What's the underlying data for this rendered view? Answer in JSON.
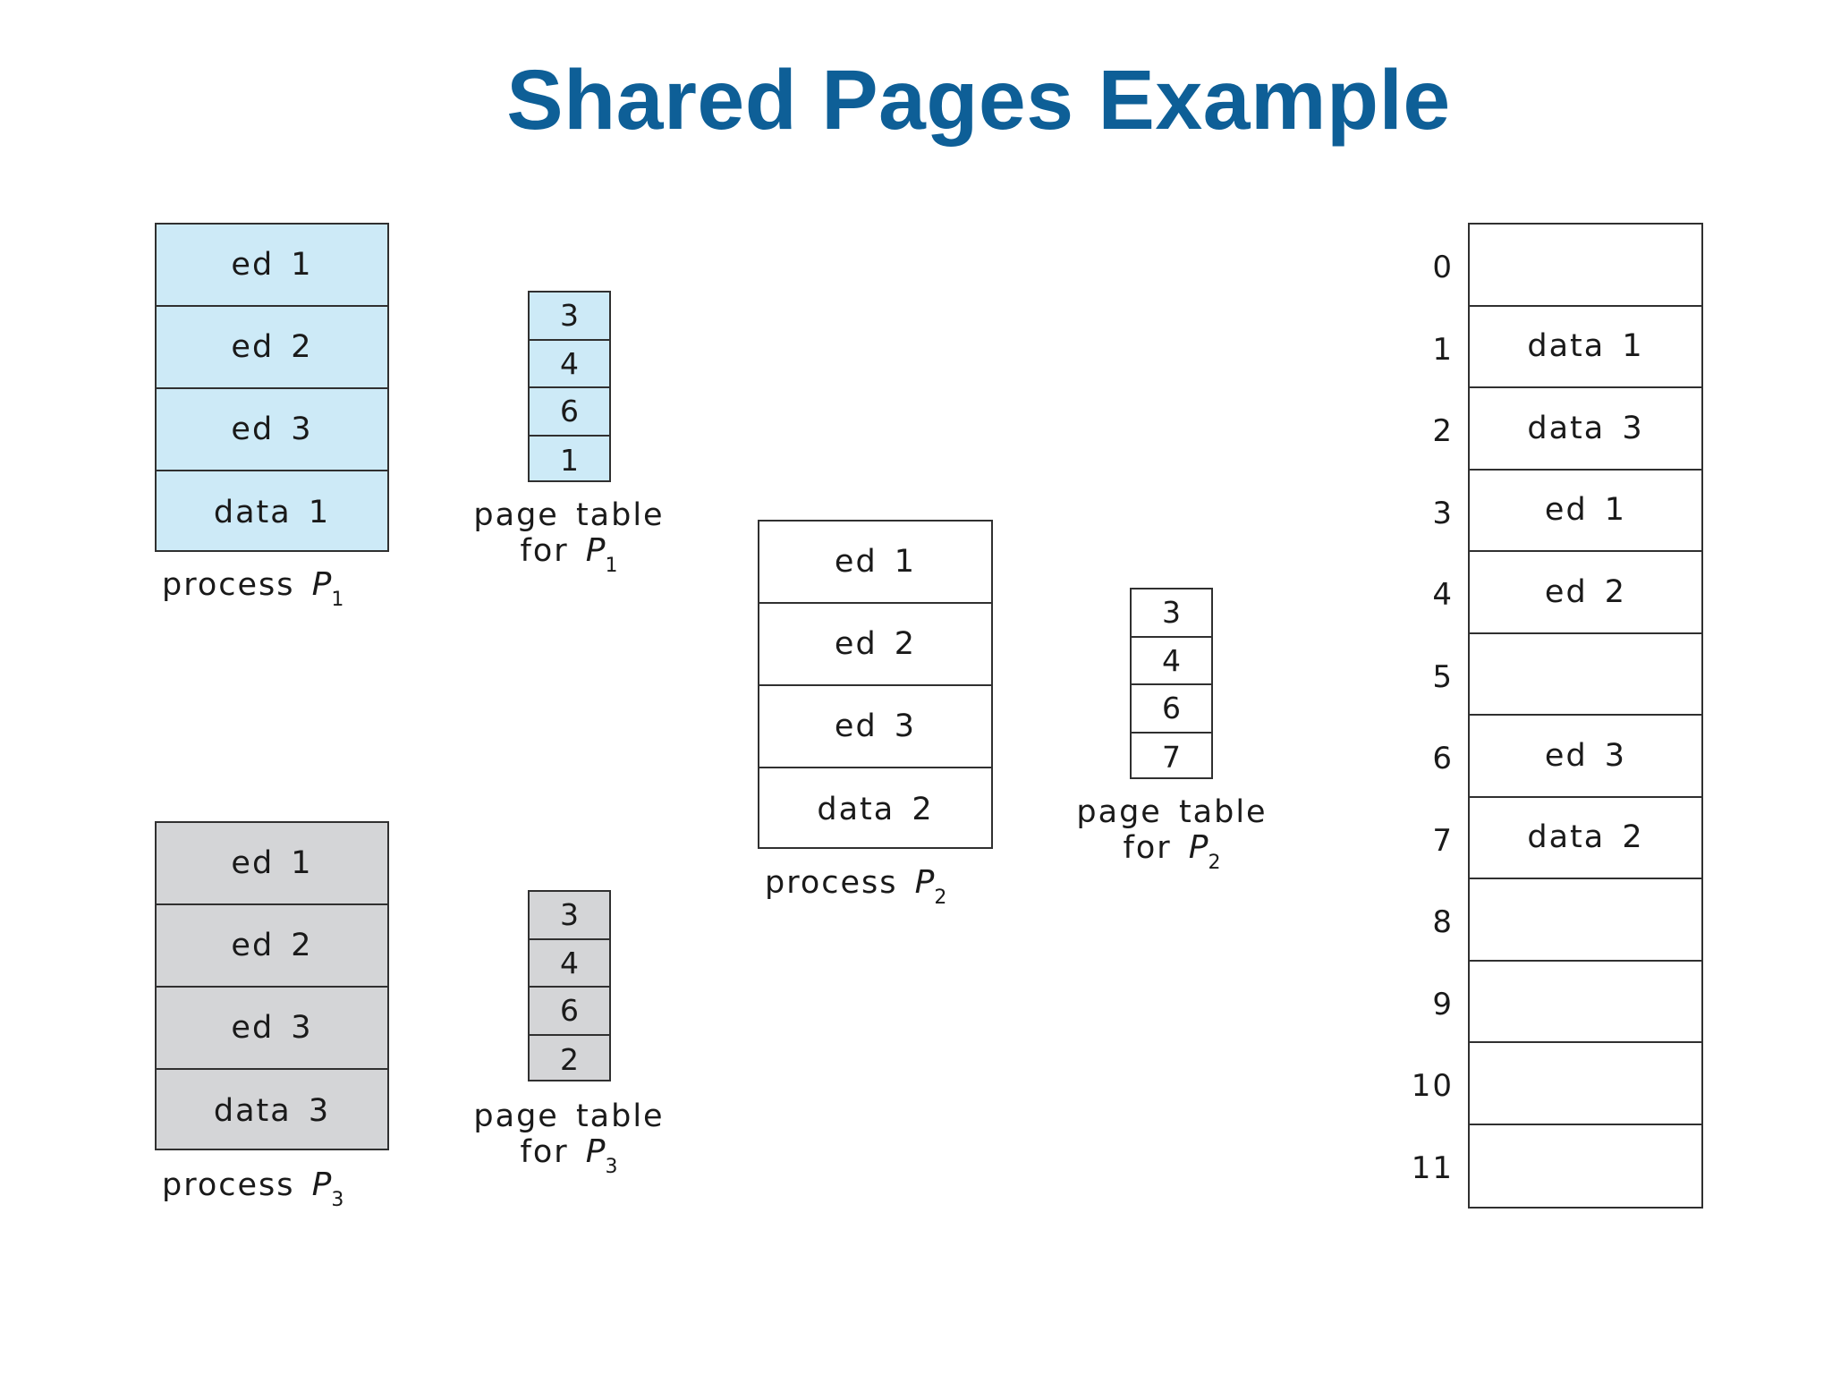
{
  "title": "Shared Pages Example",
  "processes": {
    "p1": {
      "pages": [
        "ed 1",
        "ed 2",
        "ed 3",
        "data 1"
      ],
      "label": "process",
      "name": "P",
      "sub": "1",
      "color": "#cdeaf7"
    },
    "p2": {
      "pages": [
        "ed 1",
        "ed 2",
        "ed 3",
        "data 2"
      ],
      "label": "process",
      "name": "P",
      "sub": "2",
      "color": "#ffffff"
    },
    "p3": {
      "pages": [
        "ed 1",
        "ed 2",
        "ed 3",
        "data 3"
      ],
      "label": "process",
      "name": "P",
      "sub": "3",
      "color": "#d4d5d7"
    }
  },
  "page_tables": {
    "p1": {
      "frames": [
        "3",
        "4",
        "6",
        "1"
      ],
      "line1": "page table",
      "for": "for",
      "name": "P",
      "sub": "1"
    },
    "p2": {
      "frames": [
        "3",
        "4",
        "6",
        "7"
      ],
      "line1": "page table",
      "for": "for",
      "name": "P",
      "sub": "2"
    },
    "p3": {
      "frames": [
        "3",
        "4",
        "6",
        "2"
      ],
      "line1": "page table",
      "for": "for",
      "name": "P",
      "sub": "3"
    }
  },
  "physical_memory": {
    "frame_numbers": [
      "0",
      "1",
      "2",
      "3",
      "4",
      "5",
      "6",
      "7",
      "8",
      "9",
      "10",
      "11"
    ],
    "contents": [
      "",
      "data 1",
      "data 3",
      "ed 1",
      "ed 2",
      "",
      "ed 3",
      "data 2",
      "",
      "",
      "",
      ""
    ]
  },
  "colors": {
    "title": "#0e5f97",
    "process1_fill": "#cdeaf7",
    "process3_fill": "#d4d5d7",
    "border": "#303030"
  }
}
